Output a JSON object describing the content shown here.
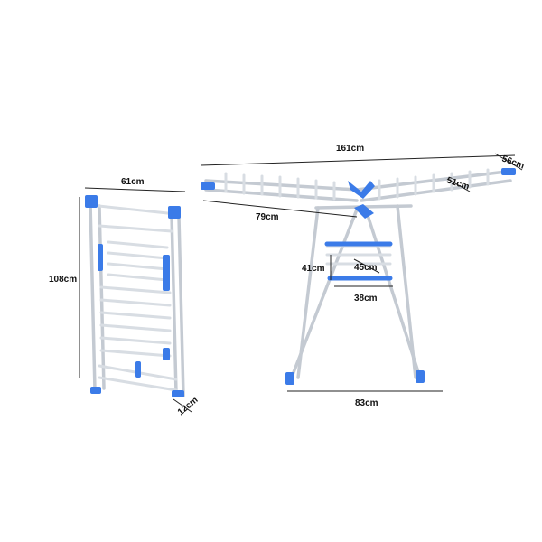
{
  "colors": {
    "accent": "#3b7be8",
    "frame": "#d8dde3"
  },
  "folded_rack": {
    "width_label": "61cm",
    "height_label": "108cm",
    "depth_label": "12cm"
  },
  "open_rack": {
    "total_width_label": "161cm",
    "wing_depth_label": "56cm",
    "wing_inner_label": "51cm",
    "wing_length_label": "79cm",
    "shelf_height_label": "41cm",
    "shelf_depth_label": "45cm",
    "shelf_width_label": "38cm",
    "base_width_label": "83cm"
  }
}
